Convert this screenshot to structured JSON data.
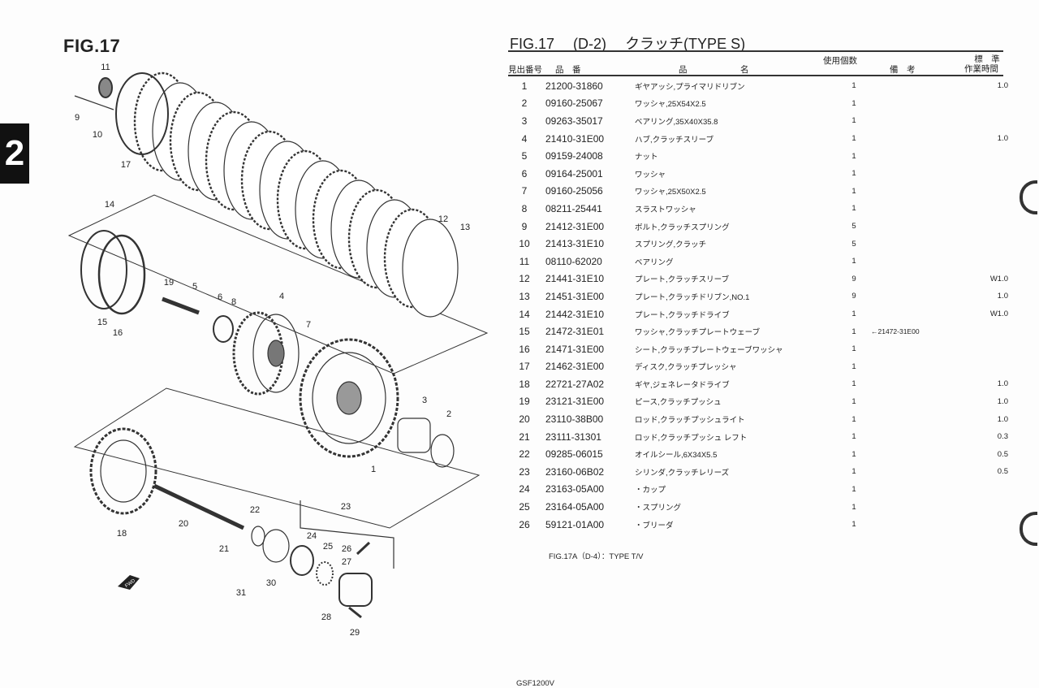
{
  "page": {
    "fig_label": "FIG.17",
    "section_tab": "2",
    "title": {
      "fig": "FIG.17",
      "code": "(D-2)",
      "name": "クラッチ(TYPE S)"
    },
    "footer": "GSF1200V",
    "note": "FIG.17A（D-4）：TYPE T/V"
  },
  "table": {
    "headers": {
      "ref_no": "見出番号",
      "part_no": "品　番",
      "part_name_a": "品",
      "part_name_b": "名",
      "qty": "使用個数",
      "remarks": "備　考",
      "hours_a": "標　準",
      "hours_b": "作業時間"
    },
    "rows": [
      {
        "no": "1",
        "part": "21200-31860",
        "name": "ギヤアッシ,プライマリドリブン",
        "qty": "1",
        "remark": "",
        "hours": "1.0"
      },
      {
        "no": "2",
        "part": "09160-25067",
        "name": "ワッシャ,25X54X2.5",
        "qty": "1",
        "remark": "",
        "hours": ""
      },
      {
        "no": "3",
        "part": "09263-35017",
        "name": "ベアリング,35X40X35.8",
        "qty": "1",
        "remark": "",
        "hours": ""
      },
      {
        "no": "4",
        "part": "21410-31E00",
        "name": "ハブ,クラッチスリーブ",
        "qty": "1",
        "remark": "",
        "hours": "1.0"
      },
      {
        "no": "5",
        "part": "09159-24008",
        "name": "ナット",
        "qty": "1",
        "remark": "",
        "hours": ""
      },
      {
        "no": "6",
        "part": "09164-25001",
        "name": "ワッシャ",
        "qty": "1",
        "remark": "",
        "hours": ""
      },
      {
        "no": "7",
        "part": "09160-25056",
        "name": "ワッシャ,25X50X2.5",
        "qty": "1",
        "remark": "",
        "hours": ""
      },
      {
        "no": "8",
        "part": "08211-25441",
        "name": "スラストワッシャ",
        "qty": "1",
        "remark": "",
        "hours": ""
      },
      {
        "no": "9",
        "part": "21412-31E00",
        "name": "ボルト,クラッチスプリング",
        "qty": "5",
        "remark": "",
        "hours": ""
      },
      {
        "no": "10",
        "part": "21413-31E10",
        "name": "スプリング,クラッチ",
        "qty": "5",
        "remark": "",
        "hours": ""
      },
      {
        "no": "11",
        "part": "08110-62020",
        "name": "ベアリング",
        "qty": "1",
        "remark": "",
        "hours": ""
      },
      {
        "no": "12",
        "part": "21441-31E10",
        "name": "プレート,クラッチスリーブ",
        "qty": "9",
        "remark": "",
        "hours": "W1.0"
      },
      {
        "no": "13",
        "part": "21451-31E00",
        "name": "プレート,クラッチドリブン,NO.1",
        "qty": "9",
        "remark": "",
        "hours": "1.0"
      },
      {
        "no": "14",
        "part": "21442-31E10",
        "name": "プレート,クラッチドライブ",
        "qty": "1",
        "remark": "",
        "hours": "W1.0"
      },
      {
        "no": "15",
        "part": "21472-31E01",
        "name": "ワッシャ,クラッチプレートウェーブ",
        "qty": "1",
        "remark": "←21472-31E00",
        "hours": ""
      },
      {
        "no": "16",
        "part": "21471-31E00",
        "name": "シート,クラッチプレートウェーブワッシャ",
        "qty": "1",
        "remark": "",
        "hours": ""
      },
      {
        "no": "17",
        "part": "21462-31E00",
        "name": "ディスク,クラッチプレッシャ",
        "qty": "1",
        "remark": "",
        "hours": ""
      },
      {
        "no": "18",
        "part": "22721-27A02",
        "name": "ギヤ,ジェネレータドライブ",
        "qty": "1",
        "remark": "",
        "hours": "1.0"
      },
      {
        "no": "19",
        "part": "23121-31E00",
        "name": "ピース,クラッチプッシュ",
        "qty": "1",
        "remark": "",
        "hours": "1.0"
      },
      {
        "no": "20",
        "part": "23110-38B00",
        "name": "ロッド,クラッチプッシュライト",
        "qty": "1",
        "remark": "",
        "hours": "1.0"
      },
      {
        "no": "21",
        "part": "23111-31301",
        "name": "ロッド,クラッチプッシュ レフト",
        "qty": "1",
        "remark": "",
        "hours": "0.3"
      },
      {
        "no": "22",
        "part": "09285-06015",
        "name": "オイルシール,6X34X5.5",
        "qty": "1",
        "remark": "",
        "hours": "0.5"
      },
      {
        "no": "23",
        "part": "23160-06B02",
        "name": "シリンダ,クラッチレリーズ",
        "qty": "1",
        "remark": "",
        "hours": "0.5"
      },
      {
        "no": "24",
        "part": "23163-05A00",
        "name": "・カップ",
        "qty": "1",
        "remark": "",
        "hours": ""
      },
      {
        "no": "25",
        "part": "23164-05A00",
        "name": "・スプリング",
        "qty": "1",
        "remark": "",
        "hours": ""
      },
      {
        "no": "26",
        "part": "59121-01A00",
        "name": "・ブリーダ",
        "qty": "1",
        "remark": "",
        "hours": ""
      }
    ]
  },
  "diagram": {
    "callouts": [
      "11",
      "9",
      "10",
      "17",
      "14",
      "19",
      "5",
      "6",
      "8",
      "4",
      "7",
      "15",
      "16",
      "12",
      "13",
      "3",
      "2",
      "1",
      "18",
      "20",
      "21",
      "22",
      "23",
      "24",
      "25",
      "26",
      "27",
      "30",
      "31",
      "28",
      "29"
    ],
    "fwd_label": "FWD"
  }
}
